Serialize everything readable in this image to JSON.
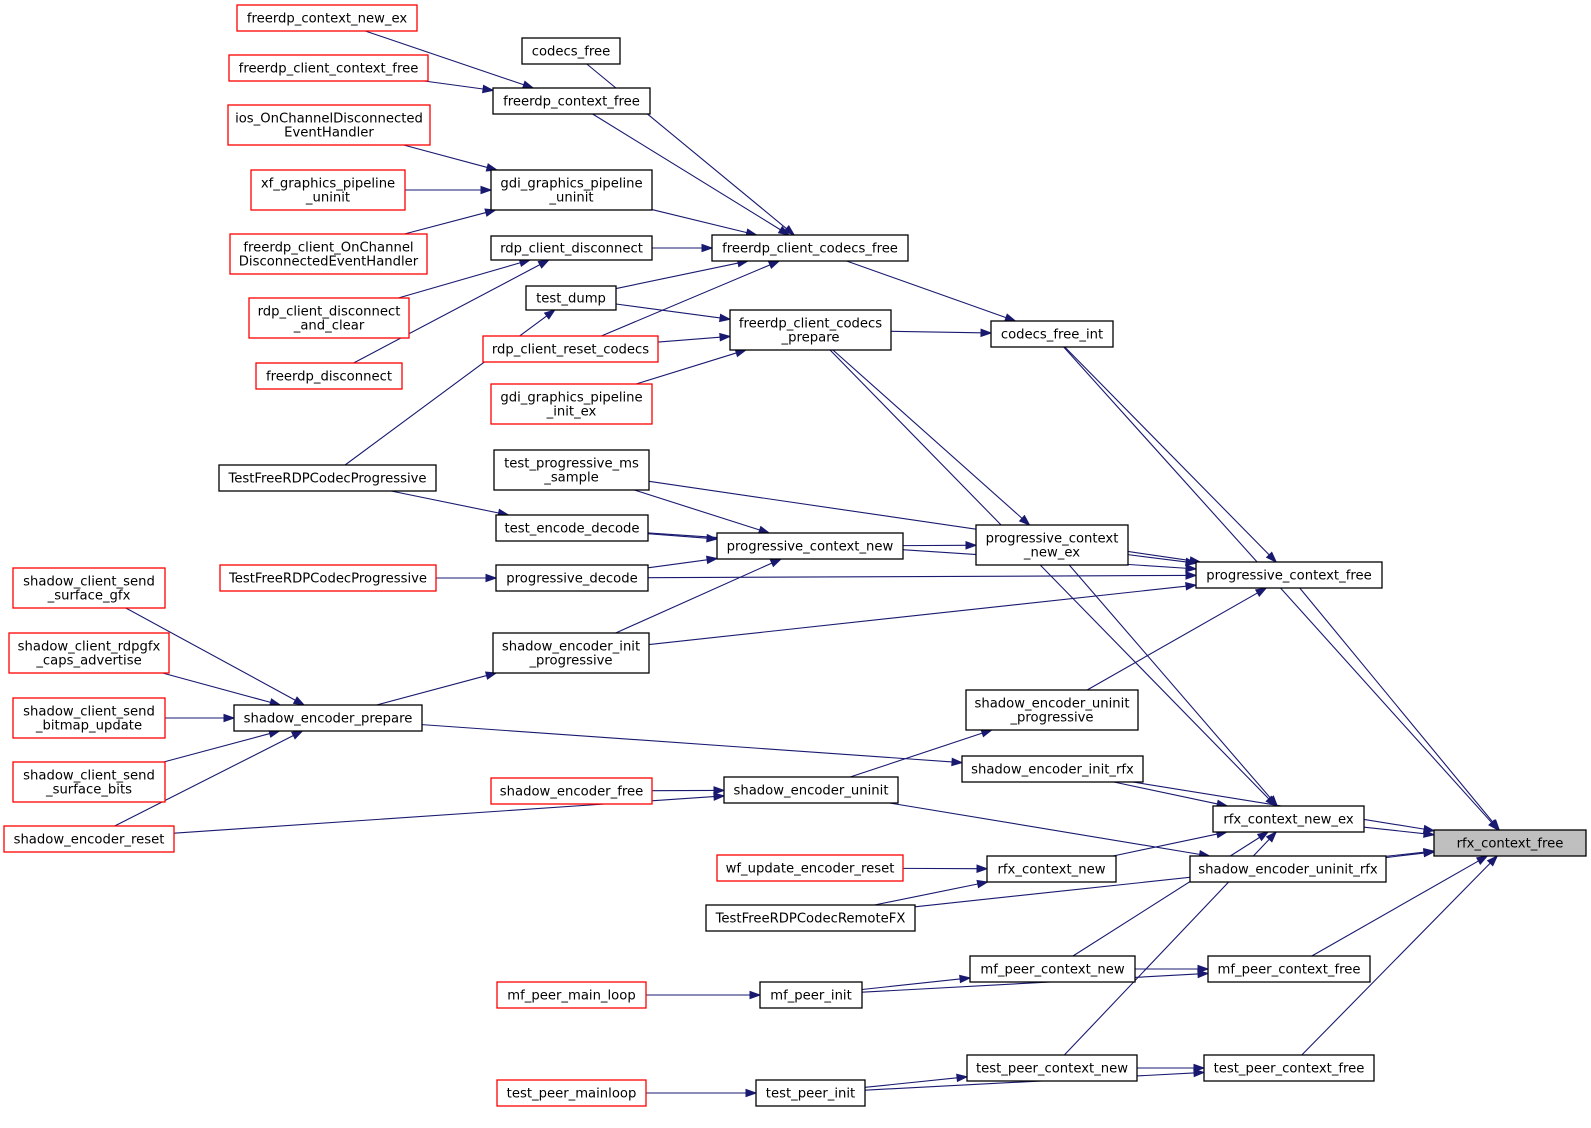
{
  "nodes": [
    {
      "id": "n1",
      "lines": [
        "freerdp_context_new_ex"
      ],
      "red": true
    },
    {
      "id": "n2",
      "lines": [
        "codecs_free"
      ],
      "red": false
    },
    {
      "id": "n3",
      "lines": [
        "freerdp_client_context_free"
      ],
      "red": true
    },
    {
      "id": "n4",
      "lines": [
        "freerdp_context_free"
      ],
      "red": false
    },
    {
      "id": "n5",
      "lines": [
        "ios_OnChannelDisconnected",
        "EventHandler"
      ],
      "red": true
    },
    {
      "id": "n6",
      "lines": [
        "xf_graphics_pipeline",
        "_uninit"
      ],
      "red": true
    },
    {
      "id": "n7",
      "lines": [
        "gdi_graphics_pipeline",
        "_uninit"
      ],
      "red": false
    },
    {
      "id": "n8",
      "lines": [
        "freerdp_client_OnChannel",
        "DisconnectedEventHandler"
      ],
      "red": true
    },
    {
      "id": "n9",
      "lines": [
        "rdp_client_disconnect"
      ],
      "red": false
    },
    {
      "id": "n10",
      "lines": [
        "freerdp_client_codecs_free"
      ],
      "red": false
    },
    {
      "id": "n11",
      "lines": [
        "rdp_client_disconnect",
        "_and_clear"
      ],
      "red": true
    },
    {
      "id": "n12",
      "lines": [
        "test_dump"
      ],
      "red": false
    },
    {
      "id": "n13",
      "lines": [
        "freerdp_disconnect"
      ],
      "red": true
    },
    {
      "id": "n14",
      "lines": [
        "rdp_client_reset_codecs"
      ],
      "red": true
    },
    {
      "id": "n15",
      "lines": [
        "freerdp_client_codecs",
        "_prepare"
      ],
      "red": false
    },
    {
      "id": "n16",
      "lines": [
        "codecs_free_int"
      ],
      "red": false
    },
    {
      "id": "n17",
      "lines": [
        "gdi_graphics_pipeline",
        "_init_ex"
      ],
      "red": true
    },
    {
      "id": "n18",
      "lines": [
        "test_progressive_ms",
        "_sample"
      ],
      "red": false
    },
    {
      "id": "n19",
      "lines": [
        "TestFreeRDPCodecProgressive"
      ],
      "red": false
    },
    {
      "id": "n20",
      "lines": [
        "test_encode_decode"
      ],
      "red": false
    },
    {
      "id": "n21",
      "lines": [
        "progressive_context",
        "_new_ex"
      ],
      "red": false
    },
    {
      "id": "n22",
      "lines": [
        "progressive_context_new"
      ],
      "red": false
    },
    {
      "id": "n23",
      "lines": [
        "TestFreeRDPCodecProgressive"
      ],
      "red": true
    },
    {
      "id": "n24",
      "lines": [
        "progressive_decode"
      ],
      "red": false
    },
    {
      "id": "n25",
      "lines": [
        "progressive_context_free"
      ],
      "red": false
    },
    {
      "id": "n26",
      "lines": [
        "shadow_client_send",
        "_surface_gfx"
      ],
      "red": true
    },
    {
      "id": "n27",
      "lines": [
        "shadow_client_rdpgfx",
        "_caps_advertise"
      ],
      "red": true
    },
    {
      "id": "n28",
      "lines": [
        "shadow_encoder_init",
        "_progressive"
      ],
      "red": false
    },
    {
      "id": "n29",
      "lines": [
        "shadow_client_send",
        "_bitmap_update"
      ],
      "red": true
    },
    {
      "id": "n30",
      "lines": [
        "shadow_encoder_prepare"
      ],
      "red": false
    },
    {
      "id": "n31",
      "lines": [
        "shadow_encoder_uninit",
        "_progressive"
      ],
      "red": false
    },
    {
      "id": "n32",
      "lines": [
        "shadow_client_send",
        "_surface_bits"
      ],
      "red": true
    },
    {
      "id": "n33",
      "lines": [
        "shadow_encoder_init_rfx"
      ],
      "red": false
    },
    {
      "id": "n34",
      "lines": [
        "shadow_encoder_free"
      ],
      "red": true
    },
    {
      "id": "n35",
      "lines": [
        "shadow_encoder_uninit"
      ],
      "red": false
    },
    {
      "id": "n36",
      "lines": [
        "rfx_context_new_ex"
      ],
      "red": false
    },
    {
      "id": "n37",
      "lines": [
        "shadow_encoder_reset"
      ],
      "red": true
    },
    {
      "id": "n38",
      "lines": [
        "rfx_context_free"
      ],
      "red": false,
      "root": true
    },
    {
      "id": "n39",
      "lines": [
        "wf_update_encoder_reset"
      ],
      "red": true
    },
    {
      "id": "n40",
      "lines": [
        "rfx_context_new"
      ],
      "red": false
    },
    {
      "id": "n41",
      "lines": [
        "shadow_encoder_uninit_rfx"
      ],
      "red": false
    },
    {
      "id": "n42",
      "lines": [
        "TestFreeRDPCodecRemoteFX"
      ],
      "red": false
    },
    {
      "id": "n43",
      "lines": [
        "mf_peer_context_new"
      ],
      "red": false
    },
    {
      "id": "n44",
      "lines": [
        "mf_peer_context_free"
      ],
      "red": false
    },
    {
      "id": "n45",
      "lines": [
        "mf_peer_main_loop"
      ],
      "red": true
    },
    {
      "id": "n46",
      "lines": [
        "mf_peer_init"
      ],
      "red": false
    },
    {
      "id": "n47",
      "lines": [
        "test_peer_context_new"
      ],
      "red": false
    },
    {
      "id": "n48",
      "lines": [
        "test_peer_context_free"
      ],
      "red": false
    },
    {
      "id": "n49",
      "lines": [
        "test_peer_mainloop"
      ],
      "red": true
    },
    {
      "id": "n50",
      "lines": [
        "test_peer_init"
      ],
      "red": false
    }
  ],
  "edges": [
    [
      "n1",
      "n4"
    ],
    [
      "n3",
      "n4"
    ],
    [
      "n5",
      "n7"
    ],
    [
      "n6",
      "n7"
    ],
    [
      "n8",
      "n7"
    ],
    [
      "n11",
      "n9"
    ],
    [
      "n13",
      "n9"
    ],
    [
      "n19",
      "n12"
    ],
    [
      "n19",
      "n20"
    ],
    [
      "n23",
      "n24"
    ],
    [
      "n26",
      "n30"
    ],
    [
      "n27",
      "n30"
    ],
    [
      "n29",
      "n30"
    ],
    [
      "n32",
      "n30"
    ],
    [
      "n37",
      "n30"
    ],
    [
      "n4",
      "n10"
    ],
    [
      "n2",
      "n10"
    ],
    [
      "n7",
      "n10"
    ],
    [
      "n9",
      "n10"
    ],
    [
      "n12",
      "n10"
    ],
    [
      "n14",
      "n10"
    ],
    [
      "n12",
      "n15"
    ],
    [
      "n14",
      "n15"
    ],
    [
      "n17",
      "n15"
    ],
    [
      "n10",
      "n16"
    ],
    [
      "n15",
      "n16"
    ],
    [
      "n18",
      "n22"
    ],
    [
      "n20",
      "n22"
    ],
    [
      "n24",
      "n22"
    ],
    [
      "n28",
      "n22"
    ],
    [
      "n22",
      "n21"
    ],
    [
      "n15",
      "n21"
    ],
    [
      "n30",
      "n28"
    ],
    [
      "n30",
      "n33"
    ],
    [
      "n34",
      "n35"
    ],
    [
      "n37",
      "n35"
    ],
    [
      "n16",
      "n25"
    ],
    [
      "n21",
      "n25"
    ],
    [
      "n18",
      "n25"
    ],
    [
      "n20",
      "n25"
    ],
    [
      "n24",
      "n25"
    ],
    [
      "n28",
      "n25"
    ],
    [
      "n31",
      "n25"
    ],
    [
      "n35",
      "n31"
    ],
    [
      "n35",
      "n41"
    ],
    [
      "n39",
      "n40"
    ],
    [
      "n42",
      "n40"
    ],
    [
      "n33",
      "n36"
    ],
    [
      "n21",
      "n36"
    ],
    [
      "n15",
      "n36"
    ],
    [
      "n40",
      "n36"
    ],
    [
      "n43",
      "n36"
    ],
    [
      "n47",
      "n36"
    ],
    [
      "n45",
      "n46"
    ],
    [
      "n46",
      "n43"
    ],
    [
      "n43",
      "n44"
    ],
    [
      "n46",
      "n44"
    ],
    [
      "n49",
      "n50"
    ],
    [
      "n50",
      "n47"
    ],
    [
      "n47",
      "n48"
    ],
    [
      "n50",
      "n48"
    ],
    [
      "n25",
      "n38"
    ],
    [
      "n16",
      "n38"
    ],
    [
      "n33",
      "n38"
    ],
    [
      "n36",
      "n38"
    ],
    [
      "n41",
      "n38"
    ],
    [
      "n42",
      "n38"
    ],
    [
      "n44",
      "n38"
    ],
    [
      "n48",
      "n38"
    ]
  ]
}
